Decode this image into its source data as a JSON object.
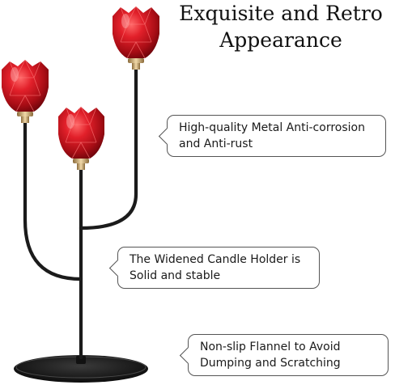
{
  "heading": {
    "line1": "Exquisite and Retro",
    "line2": "Appearance"
  },
  "callouts": [
    {
      "line1": "High-quality Metal Anti-corrosion",
      "line2": "and Anti-rust"
    },
    {
      "line1": "The Widened Candle Holder is",
      "line2": "Solid and stable"
    },
    {
      "line1": "Non-slip Flannel to Avoid",
      "line2": "Dumping and Scratching"
    }
  ],
  "colors": {
    "glass_red": "#c4121c",
    "metal": "#1b1b1b",
    "gold": "#c9a063"
  }
}
